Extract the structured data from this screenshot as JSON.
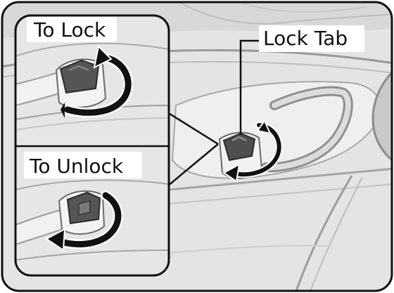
{
  "labels": {
    "to_lock": "To Lock",
    "to_unlock": "To Unlock",
    "lock_tab": "Lock Tab"
  },
  "colors": {
    "panel_fill": "#e6e6e6",
    "line_art": "#2b2b2b",
    "handle_dark": "#555555",
    "arrow": "#111111",
    "label_bg": "#ffffff"
  },
  "icons": {
    "lock_rotation_arrow": "clockwise-arrow-icon",
    "unlock_rotation_arrow": "counterclockwise-arrow-icon"
  }
}
